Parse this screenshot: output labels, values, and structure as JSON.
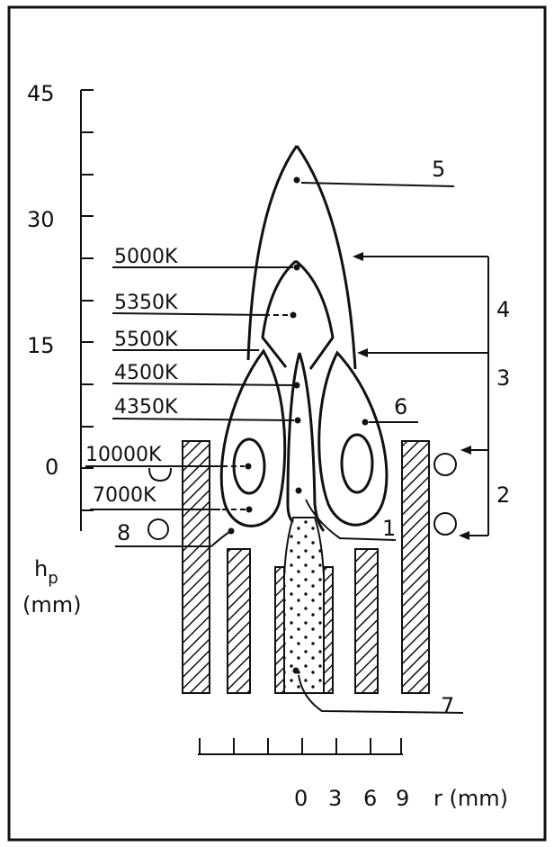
{
  "diagram": {
    "y_axis": {
      "ticks": [
        "45",
        "30",
        "15",
        "0"
      ],
      "label_main": "h",
      "label_sub": "p",
      "label_unit": "(mm)"
    },
    "r_axis": {
      "ticks": [
        "0",
        "3",
        "6",
        "9"
      ],
      "label": "r (mm)"
    },
    "temperatures": [
      "5000K",
      "5350K",
      "5500K",
      "4500K",
      "4350K",
      "10000K",
      "7000K"
    ],
    "callouts": [
      "1",
      "2",
      "3",
      "4",
      "5",
      "6",
      "7",
      "8"
    ]
  }
}
